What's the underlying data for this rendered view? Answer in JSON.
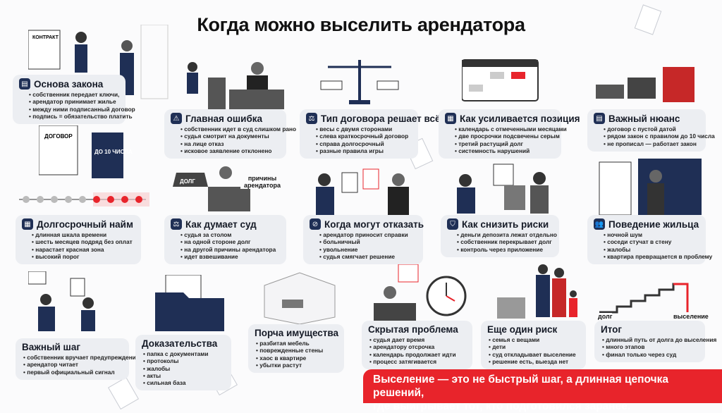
{
  "title": "Когда можно выселить арендатора",
  "colors": {
    "accent": "#e8242b",
    "navy": "#1f2f55",
    "card": "#eceef2"
  },
  "illustration_labels": {
    "contract": "КОНТРАКТ",
    "dogovor": "ДОГОВОР",
    "book": "ДО 10 ЧИСЛА",
    "debt": "ДОЛГ",
    "reasons": "причины арендатора",
    "timeline_start": "долг",
    "timeline_end": "выселение"
  },
  "cards": [
    {
      "id": "osnova-zakona",
      "icon": "document-icon",
      "title": "Основа закона",
      "items": [
        "собственник передает ключи,",
        "арендатор принимает жилье",
        "между ними подписанный договор",
        "подпись = обязательство платить"
      ]
    },
    {
      "id": "glavnaya-oshibka",
      "icon": "warning-icon",
      "title": "Главная ошибка",
      "items": [
        "собственник идет в суд слишком рано",
        "судья смотрит на документы",
        "на лице отказ",
        "исковое заявление отклонено"
      ]
    },
    {
      "id": "tip-dogovora",
      "icon": "scales-icon",
      "title": "Тип договора решает всё",
      "items": [
        "весы с двумя сторонами",
        "слева краткосрочный договор",
        "справа долгосрочный",
        "разные правила игры"
      ]
    },
    {
      "id": "kak-usilivaetsya",
      "icon": "calendar-icon",
      "title": "Как усиливается позиция",
      "items": [
        "календарь с отмеченными месяцами",
        "две просрочки подсвечены серым",
        "третий растущий долг",
        "системность нарушений"
      ]
    },
    {
      "id": "vazhny-nyuans",
      "icon": "document-icon",
      "title": "Важный нюанс",
      "items": [
        "договор с пустой датой",
        "рядом закон с правилом до 10 числа",
        "не прописал — работает закон"
      ]
    },
    {
      "id": "dolgosrochny-naym",
      "icon": "calendar-icon",
      "title": "Долгосрочный найм",
      "items": [
        "длинная шкала времени",
        "шесть месяцев подряд без оплат",
        "нарастает красная зона",
        "высокий порог"
      ]
    },
    {
      "id": "kak-dumaet-sud",
      "icon": "scales-icon",
      "title": "Как думает суд",
      "items": [
        "судья за столом",
        "на одной стороне долг",
        "на другой причины арендатора",
        "идет взвешивание"
      ]
    },
    {
      "id": "kogda-mogut-otkazat",
      "icon": "ban-icon",
      "title": "Когда могут отказать",
      "items": [
        "арендатор приносит справки",
        "больничный",
        "увольнение",
        "судья смягчает решение"
      ]
    },
    {
      "id": "kak-snizit-riski",
      "icon": "shield-icon",
      "title": "Как снизить риски",
      "items": [
        "деньги депозита лежат отдельно",
        "собственник перекрывает долг",
        "контроль через приложение"
      ]
    },
    {
      "id": "povedenie-zhiltsa",
      "icon": "people-icon",
      "title": "Поведение жильца",
      "items": [
        "ночной шум",
        "соседи стучат в стену",
        "жалобы",
        "квартира превращается в проблему"
      ]
    },
    {
      "id": "vazhny-shag",
      "icon": "",
      "title": "Важный шаг",
      "items": [
        "собственник вручает предупреждение",
        "арендатор читает",
        "первый официальный сигнал"
      ]
    },
    {
      "id": "dokazatelstva",
      "icon": "",
      "title": "Доказательства",
      "items": [
        "папка с документами",
        "протоколы",
        "жалобы",
        "акты",
        "сильная база"
      ]
    },
    {
      "id": "porcha-imushchestva",
      "icon": "",
      "title": "Порча имущества",
      "items": [
        "разбитая мебель",
        "поврежденные стены",
        "хаос в квартире",
        "убытки растут"
      ]
    },
    {
      "id": "skrytaya-problema",
      "icon": "",
      "title": "Скрытая проблема",
      "items": [
        "судья дает время",
        "арендатору отсрочка",
        "календарь продолжает идти",
        "процесс затягивается"
      ]
    },
    {
      "id": "eshche-odin-risk",
      "icon": "",
      "title": "Еще один риск",
      "items": [
        "семья с вещами",
        "дети",
        "суд откладывает выселение",
        "решение есть, выезда нет"
      ]
    },
    {
      "id": "itog",
      "icon": "",
      "title": "Итог",
      "items": [
        "длинный путь от долга до выселения",
        "много этапов",
        "финал только через суд"
      ]
    }
  ],
  "banner": {
    "line1": "Выселение — это не быстрый шаг, а длинная цепочка решений,",
    "line2": "где выигрывает тот, кто подготовился заранее."
  }
}
